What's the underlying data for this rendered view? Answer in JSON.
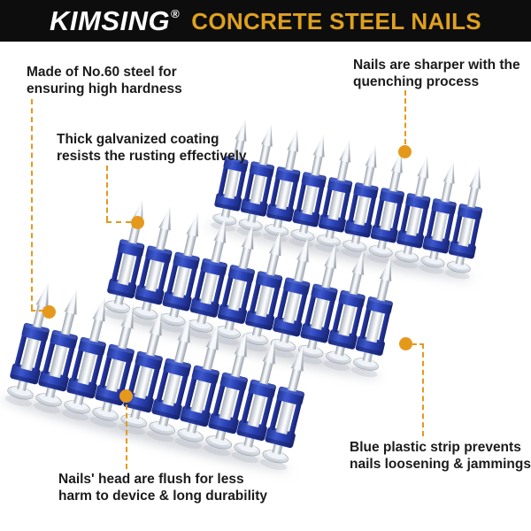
{
  "banner": {
    "brand": "KIMSING",
    "registered_mark": "®",
    "title": "CONCRETE STEEL NAILS"
  },
  "callouts": {
    "steel": {
      "line1": "Made of No.60 steel for",
      "line2": "ensuring high hardness"
    },
    "coating": {
      "line1": "Thick galvanized coating",
      "line2": "resists the rusting effectively"
    },
    "sharp": {
      "line1": "Nails are sharper with the",
      "line2": "quenching process"
    },
    "strip": {
      "line1": "Blue plastic strip prevents",
      "line2": "nails loosening & jammings"
    },
    "head": {
      "line1": "Nails' head are flush for less",
      "line2": "harm to device & long durability"
    }
  },
  "product": {
    "strips": [
      {
        "name": "back-strip",
        "nail_count": 10
      },
      {
        "name": "middle-strip",
        "nail_count": 10
      },
      {
        "name": "front-strip",
        "nail_count": 10
      }
    ]
  },
  "colors": {
    "banner_bg": "#0d0d0d",
    "brand_text": "#ffffff",
    "title_gold": "#dfa11f",
    "callout_accent": "#e5991b",
    "nail_plastic_blue": "#2a41b4",
    "nail_steel_silver": "#dfe3ea",
    "body_text": "#1b1b1b",
    "background": "#ffffff"
  }
}
